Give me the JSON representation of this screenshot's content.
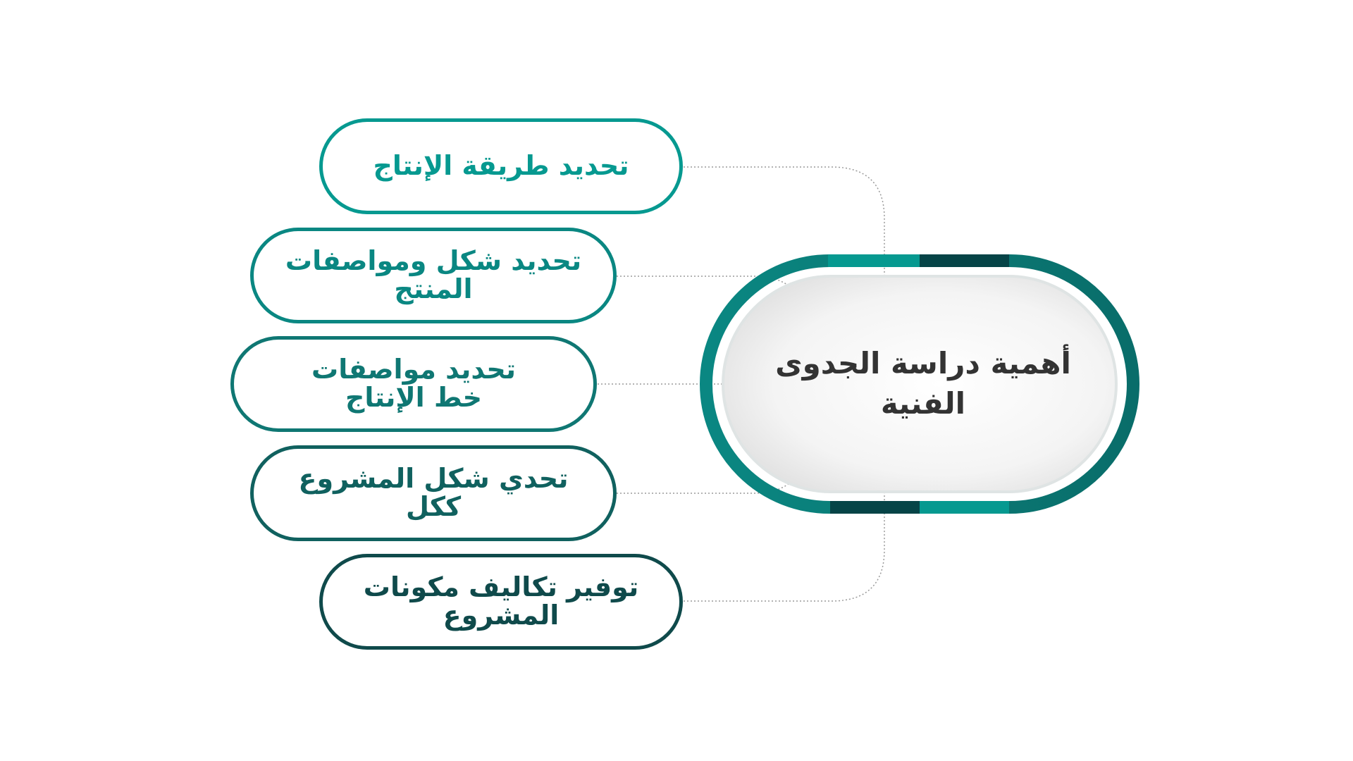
{
  "center": {
    "title_line1": "أهمية دراسة الجدوى",
    "title_line2": "الفنية"
  },
  "items": [
    {
      "line1": "تحديد طريقة الإنتاج",
      "line2": "",
      "color": "#069990"
    },
    {
      "line1": "تحديد شكل ومواصفات",
      "line2": "المنتج",
      "color": "#0a8782"
    },
    {
      "line1": "تحديد مواصفات",
      "line2": "خط الإنتاج",
      "color": "#0f7773"
    },
    {
      "line1": "تحدي شكل المشروع",
      "line2": "ككل",
      "color": "#10615f"
    },
    {
      "line1": "توفير تكاليف مكونات",
      "line2": "المشروع",
      "color": "#0f4a4b"
    }
  ],
  "colors": {
    "ring_teal": "#069990",
    "ring_mid": "#0a7a75",
    "ring_dark": "#064447",
    "connector": "#9a9a9a"
  }
}
